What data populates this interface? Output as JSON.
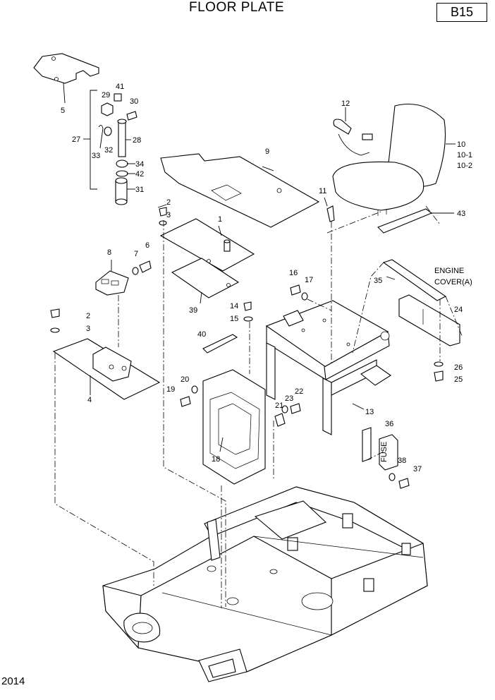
{
  "header": {
    "title": "FLOOR PLATE",
    "code": "B15"
  },
  "footer": {
    "year": "2014"
  },
  "callouts": {
    "p1": "1",
    "p2a": "2",
    "p2b": "2",
    "p3a": "3",
    "p3b": "3",
    "p4": "4",
    "p5": "5",
    "p6": "6",
    "p7": "7",
    "p8": "8",
    "p9": "9",
    "p10": "10",
    "p10_1": "10-1",
    "p10_2": "10-2",
    "p11": "11",
    "p12": "12",
    "p13": "13",
    "p14": "14",
    "p15": "15",
    "p16": "16",
    "p17": "17",
    "p18": "18",
    "p19": "19",
    "p20": "20",
    "p21": "21",
    "p22": "22",
    "p23": "23",
    "p24": "24",
    "p25": "25",
    "p26": "26",
    "p27": "27",
    "p28": "28",
    "p29": "29",
    "p30": "30",
    "p31": "31",
    "p32": "32",
    "p33": "33",
    "p34": "34",
    "p35": "35",
    "p36": "36",
    "p37": "37",
    "p38": "38",
    "p39": "39",
    "p40": "40",
    "p41": "41",
    "p42": "42",
    "p43": "43",
    "engine_cover_1": "ENGINE",
    "engine_cover_2": "COVER(A)"
  },
  "labels": {
    "fuse": "FUSE"
  }
}
